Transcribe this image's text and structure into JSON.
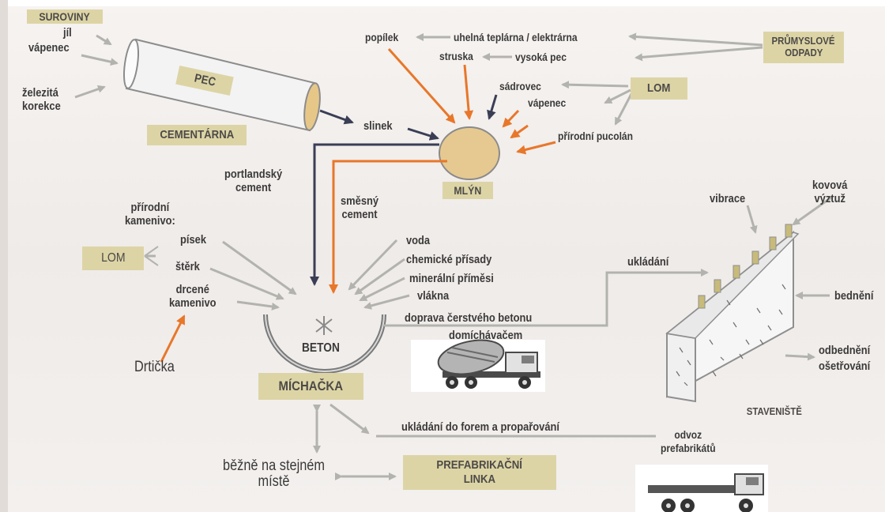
{
  "boxes": {
    "suroviny": "SUROVINY",
    "pec": "PEC",
    "cementarna": "CEMENTÁRNA",
    "lom_top": "LOM",
    "mlyn": "MLÝN",
    "lom_left": "LOM",
    "michacka": "MÍCHAČKA",
    "prefabrikacni_line1": "PREFABRIKAČNÍ",
    "prefabrikacni_line2": "LINKA",
    "prumyslove_line1": "PRŮMYSLOVÉ",
    "prumyslove_line2": "ODPADY",
    "staveniste": "STAVENIŠTĚ"
  },
  "raw_materials": {
    "jil": "jíl",
    "vapenec": "vápenec",
    "zelezita_line1": "železitá",
    "zelezita_line2": "korekce"
  },
  "inputs_mill": {
    "popilek": "popílek",
    "teplarna": "uhelná teplárna / elektrárna",
    "struska": "struska",
    "vysoka_pec": "vysoká pec",
    "sadrovec": "sádrovec",
    "vapenec": "vápenec",
    "pucolan": "přírodní pucolán",
    "slinek": "slinek"
  },
  "cement": {
    "portland_line1": "portlandský",
    "portland_line2": "cement",
    "smesny_line1": "směsný",
    "smesny_line2": "cement"
  },
  "aggregate": {
    "prirodni_line1": "přírodní",
    "prirodni_line2": "kamenivo:",
    "pisek": "písek",
    "sterk": "štěrk",
    "drcene_line1": "drcené",
    "drcene_line2": "kamenivo",
    "drticka": "Drtička"
  },
  "additives": {
    "voda": "voda",
    "chemicke": "chemické přísady",
    "mineralni": "minerální příměsi",
    "vlakna": "vlákna"
  },
  "mixer": {
    "beton": "BETON",
    "doprava": "doprava čerstvého betonu",
    "domichavacem": "domíchávačem",
    "bezne_line1": "běžně na stejném",
    "bezne_line2": "místě",
    "ukladani_forem": "ukládání do forem a propařování"
  },
  "site": {
    "kovova_line1": "kovová",
    "kovova_line2": "výztuž",
    "vibrace": "vibrace",
    "ukladani": "ukládání",
    "bedneni": "bednění",
    "odbedneni": "odbednění",
    "osetrovani": "ošetřování",
    "odvoz_line1": "odvoz",
    "odvoz_line2": "prefabrikátů"
  },
  "colors": {
    "gray_arrow": "#b3b3ae",
    "orange_arrow": "#e8772a",
    "dark_arrow": "#3a3e55",
    "box_fill": "#ddd4a6",
    "mill_fill": "#e6c990"
  }
}
